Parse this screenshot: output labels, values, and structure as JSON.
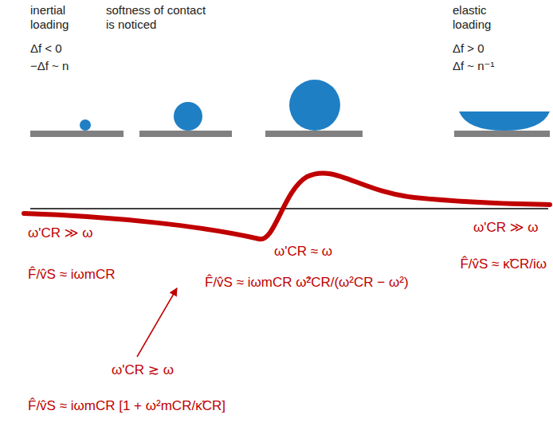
{
  "diagram": {
    "labels": [
      "inertial loading",
      "Δf < 0",
      "−Δf ~ n",
      "softness of contact is noticed",
      "elastic loading",
      "Δf > 0",
      "Δf ~ n⁻¹",
      "ω'CR ≫ ω",
      "F̂/v̂S ≈ iωmCR",
      "ω'CR ≈ ω",
      "F̂/v̂S ≈ iωmCR ω̃²CR/(ω²CR − ω²)",
      "ω'CR ≫ ω",
      "F̂/v̂S ≈ κ̃CR/iω",
      "ω'CR ≳ ω",
      "F̂/v̂S ≈ iωmCR [1 + ω²mCR/κ̃CR]"
    ]
  }
}
